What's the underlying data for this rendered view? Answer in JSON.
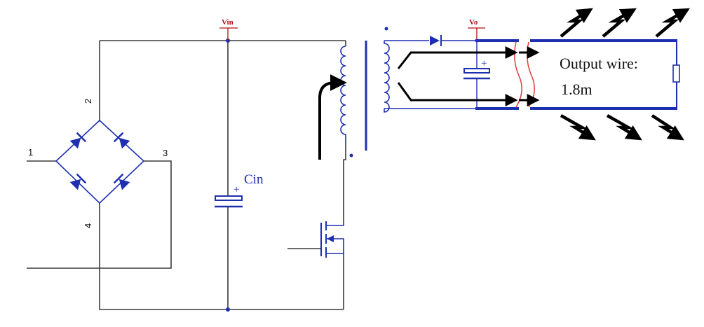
{
  "labels": {
    "vin": "Vin",
    "vo": "Vo",
    "cin": "Cin",
    "pin1": "1",
    "pin2": "2",
    "pin3": "3",
    "pin4": "4",
    "output_line1": "Output wire:",
    "output_line2": "1.8m",
    "plus": "+"
  },
  "colors": {
    "wire": "#3a3a3a",
    "component": "#1e2fb0",
    "cable": "#1e2fb0",
    "rail_label": "#b01010",
    "break_mark": "#e03a3a",
    "arrow": "#000000"
  },
  "icons": {
    "bridge": "diode-bridge-icon",
    "capacitor": "polarized-capacitor-icon",
    "transformer": "transformer-icon",
    "switch": "mosfet-icon",
    "rectifier": "diode-icon",
    "load": "resistor-icon",
    "radiation": "lightning-arrow-icon"
  }
}
